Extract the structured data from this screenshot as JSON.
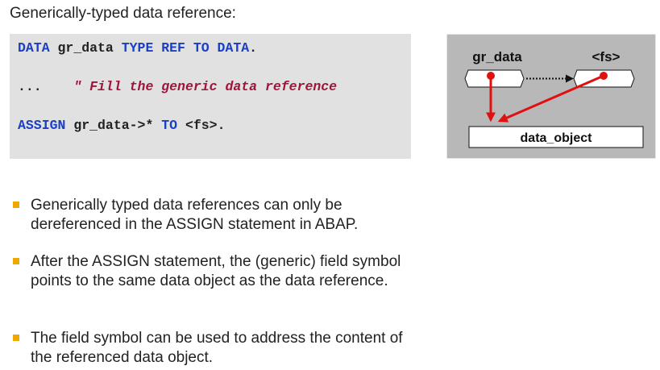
{
  "title": "Generically-typed data reference:",
  "code": {
    "line1": {
      "kw1": "DATA",
      "v": " gr_data ",
      "kw2": "TYPE REF TO DATA",
      "end": "."
    },
    "line2": {
      "dots": "...",
      "comment": "\" Fill the generic data reference"
    },
    "line3": {
      "kw1": "ASSIGN",
      "v": " gr_data->* ",
      "kw2": "TO",
      "end": " <fs>."
    }
  },
  "diagram": {
    "ref_label": "gr_data",
    "fs_label": "<fs>",
    "object_label": "data_object"
  },
  "bullets": [
    "Generically typed data references can only be dereferenced in the ASSIGN statement in ABAP.",
    "After the ASSIGN statement, the (generic) field symbol points to the same data object as the data reference.",
    "The field symbol can be used to address the content of the referenced data object."
  ]
}
